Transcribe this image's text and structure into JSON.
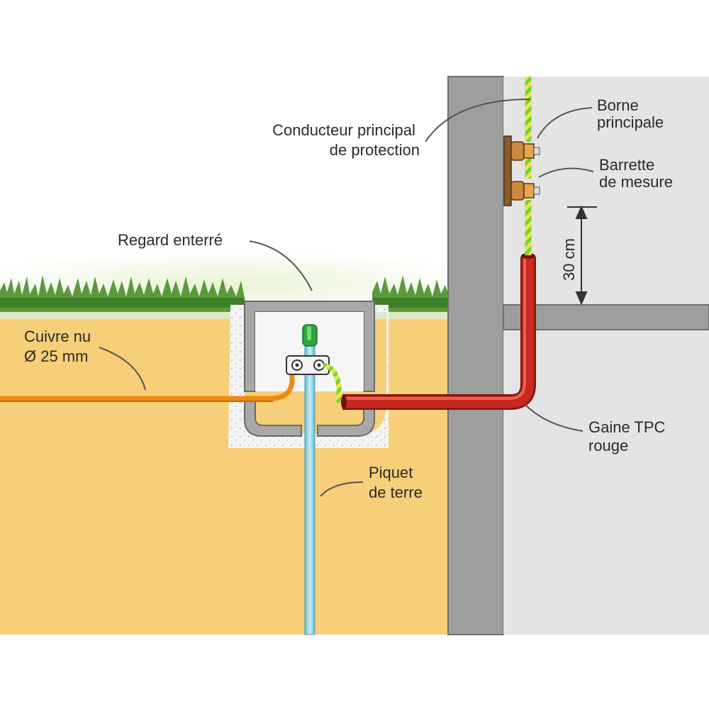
{
  "labels": {
    "conducteur": [
      "Conducteur principal",
      "de protection"
    ],
    "borne": [
      "Borne",
      "principale"
    ],
    "barrette": [
      "Barrette",
      "de mesure"
    ],
    "regard": [
      "Regard enterré"
    ],
    "cuivre": [
      "Cuivre nu",
      "Ø 25 mm"
    ],
    "gaine": [
      "Gaine TPC",
      "rouge"
    ],
    "piquet": [
      "Piquet",
      "de terre"
    ],
    "dimension": "30 cm"
  },
  "colors": {
    "soil": "#f7cf78",
    "wall": "#9e9e9e",
    "interior": "#e3e3e3",
    "grass": "#5a9a3a",
    "copper": "#f08a12",
    "sheath": "#c8281e",
    "rod": "#8ed3e6",
    "earth_wire_green": "#7bd13a",
    "earth_wire_yellow": "#e8e84a",
    "leader": "#555555"
  },
  "icons": {
    "terminal": "brass-terminal-icon",
    "clamp": "rod-clamp-icon",
    "arrow": "double-arrow-icon"
  }
}
